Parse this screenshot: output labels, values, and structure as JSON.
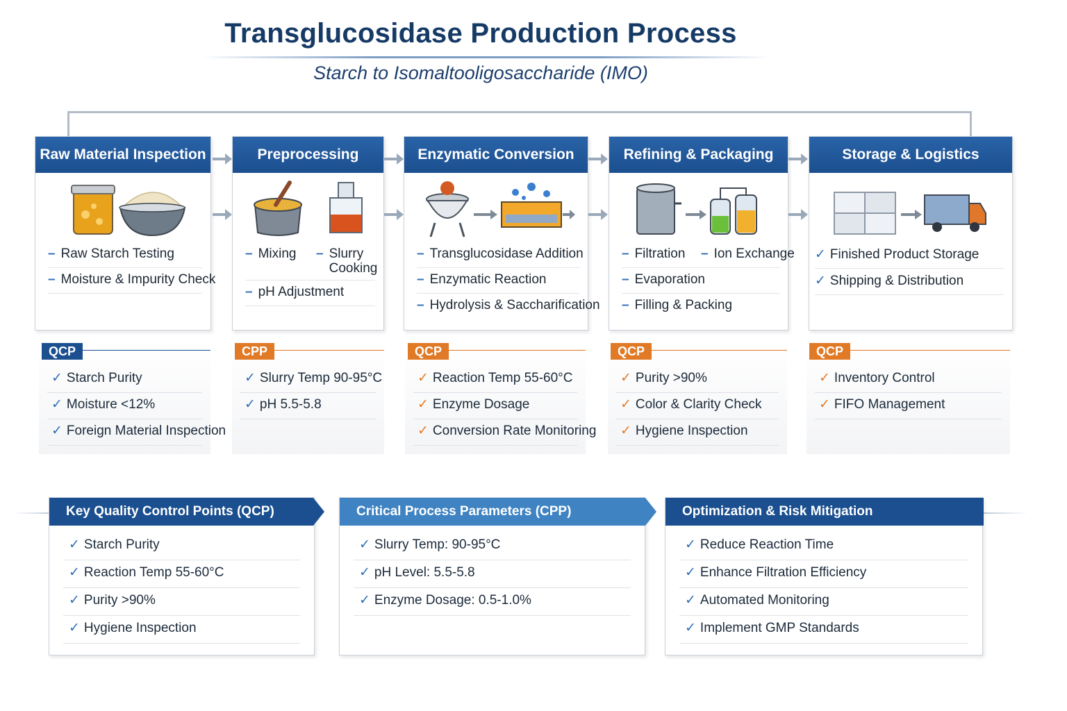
{
  "title": "Transglucosidase Production Process",
  "subtitle": "Starch to Isomaltooligosaccharide (IMO)",
  "colors": {
    "primary": "#1b4f8f",
    "accent": "#e07a26",
    "check_blue": "#2f6db5"
  },
  "stages": [
    {
      "title": "Raw Material Inspection",
      "icons": [
        "jar-icon",
        "starch-bowl-icon"
      ],
      "steps": [
        "Raw Starch Testing",
        "Moisture & Impurity Check"
      ],
      "control": {
        "tag": "QCP",
        "items": [
          "Starch Purity",
          "Moisture <12%",
          "Foreign Material Inspection"
        ]
      }
    },
    {
      "title": "Preprocessing",
      "icons": [
        "mixing-pot-icon",
        "flask-icon"
      ],
      "steps": [
        "Mixing",
        "Slurry Cooking",
        "pH Adjustment"
      ],
      "control": {
        "tag": "CPP",
        "items": [
          "Slurry Temp 90-95°C",
          "pH 5.5-5.8"
        ]
      }
    },
    {
      "title": "Enzymatic Conversion",
      "icons": [
        "reactor-icon",
        "enzyme-tank-icon"
      ],
      "steps": [
        "Transglucosidase Addition",
        "Enzymatic Reaction",
        "Hydrolysis & Saccharification"
      ],
      "control": {
        "tag": "QCP",
        "items": [
          "Reaction Temp 55-60°C",
          "Enzyme Dosage",
          "Conversion Rate Monitoring"
        ]
      }
    },
    {
      "title": "Refining & Packaging",
      "icons": [
        "filter-tank-icon",
        "ion-exchange-icon"
      ],
      "steps": [
        "Filtration",
        "Ion Exchange",
        "Evaporation",
        "Filling & Packing"
      ],
      "control": {
        "tag": "QCP",
        "items": [
          "Purity >90%",
          "Color & Clarity Check",
          "Hygiene Inspection"
        ]
      }
    },
    {
      "title": "Storage & Logistics",
      "icons": [
        "boxes-icon",
        "truck-icon"
      ],
      "steps": [
        "Finished Product Storage",
        "Shipping & Distribution"
      ],
      "control": {
        "tag": "QCP",
        "items": [
          "Inventory Control",
          "FIFO Management"
        ]
      }
    }
  ],
  "panels": [
    {
      "title": "Key Quality Control Points (QCP)",
      "items": [
        "Starch Purity",
        "Reaction Temp 55-60°C",
        "Purity >90%",
        "Hygiene Inspection"
      ]
    },
    {
      "title": "Critical Process Parameters (CPP)",
      "items": [
        "Slurry Temp: 90-95°C",
        "pH Level: 5.5-5.8",
        "Enzyme Dosage: 0.5-1.0%"
      ]
    },
    {
      "title": "Optimization & Risk Mitigation",
      "items": [
        "Reduce Reaction Time",
        "Enhance Filtration Efficiency",
        "Automated Monitoring",
        "Implement GMP Standards"
      ]
    }
  ]
}
